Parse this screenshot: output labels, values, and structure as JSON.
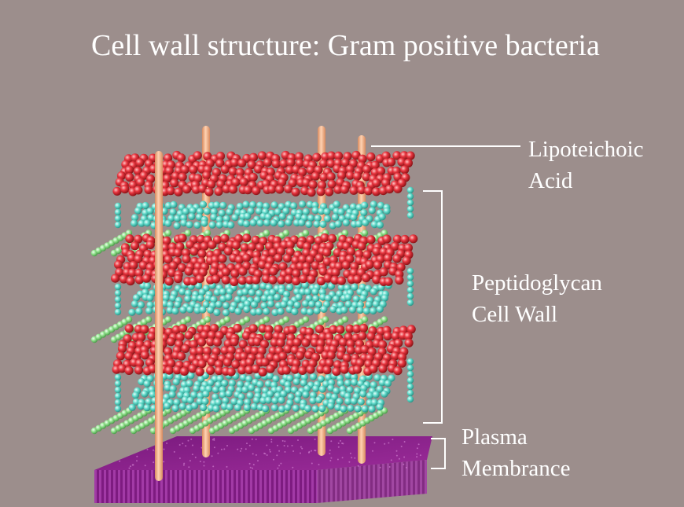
{
  "title": "Cell wall structure: Gram positive bacteria",
  "labels": {
    "lipoteichoic": [
      "Lipoteichoic",
      "Acid"
    ],
    "peptidoglycan": [
      "Peptidoglycan",
      "Cell Wall"
    ],
    "membrane": [
      "Plasma",
      "Membrance"
    ]
  },
  "colors": {
    "background": "#9c8e8c",
    "red_bead": "#e8353f",
    "cyan_bead": "#5ed8c8",
    "green_bead": "#8fe08a",
    "rod": "#f2b48a",
    "membrane": "#8a1f88",
    "leader_line": "#ffffff"
  }
}
